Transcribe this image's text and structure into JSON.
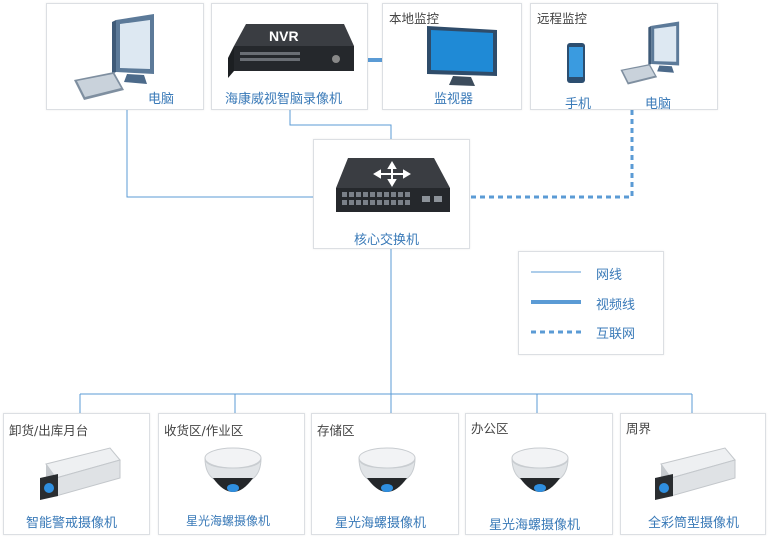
{
  "top": {
    "pc": {
      "label": "电脑"
    },
    "nvr": {
      "badge": "NVR",
      "label": "海康威视智脑录像机"
    },
    "local": {
      "title": "本地监控",
      "label": "监视器"
    },
    "remote": {
      "title": "远程监控",
      "phone_label": "手机",
      "pc_label": "电脑"
    }
  },
  "switch": {
    "label": "核心交换机"
  },
  "legend": [
    {
      "label": "网线",
      "style": "thin"
    },
    {
      "label": "视频线",
      "style": "thick"
    },
    {
      "label": "互联网",
      "style": "dashed"
    }
  ],
  "zones": [
    {
      "title": "卸货/出库月台",
      "label": "智能警戒摄像机",
      "camera": "bullet-camera-icon"
    },
    {
      "title": "收货区/作业区",
      "label": "星光海螺摄像机",
      "camera": "dome-camera-icon"
    },
    {
      "title": "存储区",
      "label": "星光海螺摄像机",
      "camera": "dome-camera-icon"
    },
    {
      "title": "办公区",
      "label": "星光海螺摄像机",
      "camera": "dome-camera-icon"
    },
    {
      "title": "周界",
      "label": "全彩筒型摄像机",
      "camera": "bullet-camera-icon"
    }
  ],
  "colors": {
    "line": "#5b9bd5",
    "border": "#dcdfe3",
    "text": "#3a7ab8"
  }
}
